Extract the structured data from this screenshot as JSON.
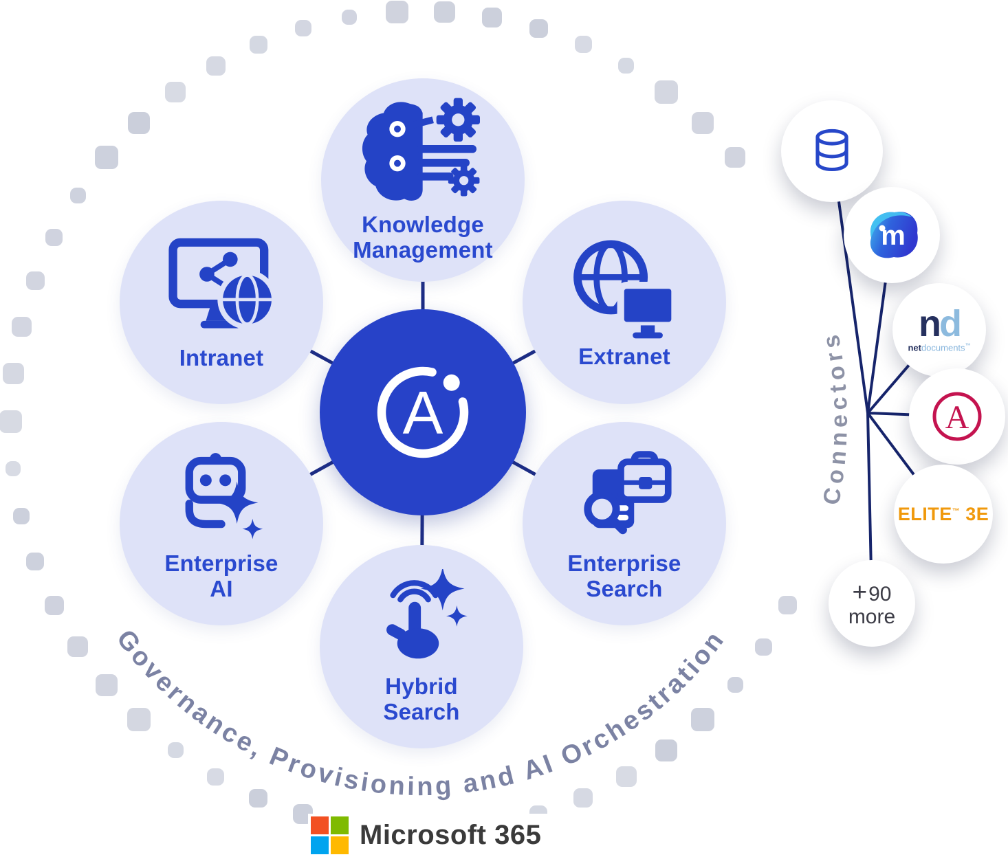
{
  "hub": {
    "logo_letter": "A"
  },
  "satellites": [
    {
      "id": "knowledge-management",
      "label": "Knowledge\nManagement"
    },
    {
      "id": "intranet",
      "label": "Intranet"
    },
    {
      "id": "extranet",
      "label": "Extranet"
    },
    {
      "id": "enterprise-ai",
      "label": "Enterprise\nAI"
    },
    {
      "id": "enterprise-search",
      "label": "Enterprise\nSearch"
    },
    {
      "id": "hybrid-search",
      "label": "Hybrid\nSearch"
    }
  ],
  "ring": {
    "governance_text": "Governance, Provisioning and AI Orchestration"
  },
  "connectors": {
    "group_label": "Connectors",
    "items": [
      {
        "id": "database",
        "icon": "database-icon"
      },
      {
        "id": "imanage",
        "letter": "m"
      },
      {
        "id": "netdocuments",
        "abbr_n": "n",
        "abbr_d": "d",
        "name_net": "net",
        "name_documents": "documents",
        "tm": "™"
      },
      {
        "id": "aderant",
        "letter": "A"
      },
      {
        "id": "elite-3e",
        "word": "ELITE",
        "tm": "™",
        "suffix": "3E"
      },
      {
        "id": "more",
        "plus": "+",
        "count": "90",
        "more_label": "more"
      }
    ]
  },
  "footer": {
    "microsoft_label": "Microsoft 365"
  },
  "colors": {
    "accent_blue": "#2443c6",
    "hub_blue": "#2742c8",
    "satellite_fill": "#dee2f8",
    "dot_gray": "#c9cdda",
    "arc_text_gray": "#7b82a3",
    "connector_line_navy": "#16246b",
    "nd_navy": "#25305e",
    "nd_lightblue": "#8cbade",
    "aderant_crimson": "#c4134f",
    "elite_orange": "#f0990c",
    "more_text": "#3c3c46",
    "imanage_light": "#41bbee",
    "imanage_dark": "#3038cf",
    "ms_red": "#f25022",
    "ms_green": "#7fba00",
    "ms_blue": "#00a4ef",
    "ms_yellow": "#ffb900"
  }
}
